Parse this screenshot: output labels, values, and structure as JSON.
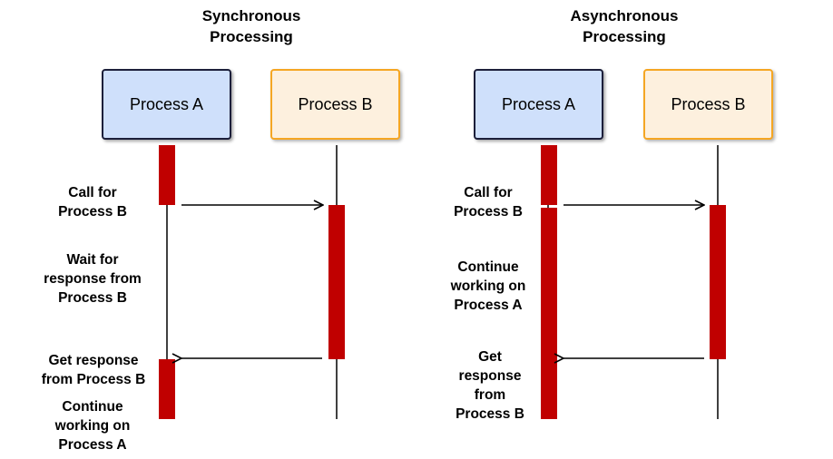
{
  "sync": {
    "title": "Synchronous\nProcessing",
    "process_a": "Process A",
    "process_b": "Process B",
    "labels": {
      "call": "Call for\nProcess B",
      "wait": "Wait for\nresponse from\nProcess B",
      "get": "Get response\nfrom Process B",
      "continue": "Continue\nworking on\nProcess A"
    }
  },
  "async": {
    "title": "Asynchronous\nProcessing",
    "process_a": "Process A",
    "process_b": "Process B",
    "labels": {
      "call": "Call for\nProcess B",
      "continue": "Continue\nworking on\nProcess A",
      "get": "Get\nresponse\nfrom\nProcess B"
    }
  },
  "colors": {
    "activation": "#c00000",
    "process_a_fill": "#cfe0fb",
    "process_a_border": "#1c1f3a",
    "process_b_fill": "#fdf0de",
    "process_b_border": "#f5a623"
  }
}
